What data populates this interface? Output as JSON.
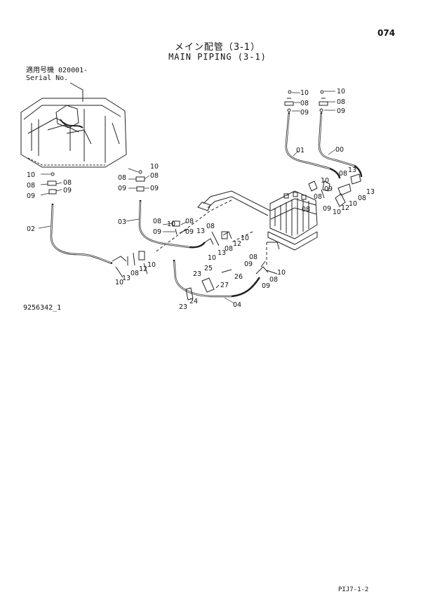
{
  "page": {
    "number": "074",
    "title_jp": "メイン配管（3-1）",
    "title_en": "MAIN PIPING (3-1)",
    "serial_jp": "適用号機  020001-",
    "serial_en": "Serial No.",
    "figure_number": "9256342_1",
    "footer_code": "PIJ7-1-2"
  },
  "callouts": {
    "c01": "01",
    "c00": "00",
    "c02": "02",
    "c03": "03",
    "c04": "04",
    "c08": "08",
    "c09": "09",
    "c10": "10",
    "c12": "12",
    "c13": "13",
    "c23": "23",
    "c24": "24",
    "c25": "25",
    "c26": "26",
    "c27": "27"
  }
}
